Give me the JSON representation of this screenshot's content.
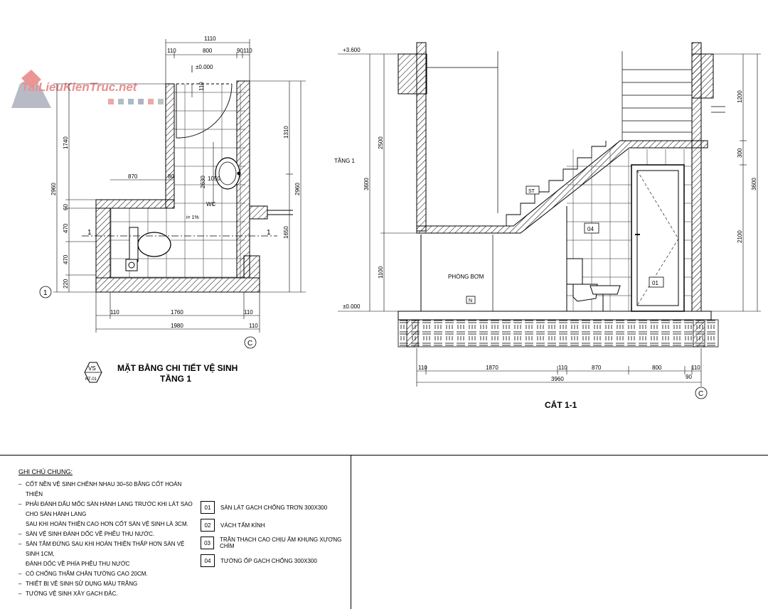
{
  "watermark": {
    "brand": "TaiLieuKienTruc.net"
  },
  "plan": {
    "title_line1": "MẶT BẰNG CHI TIẾT VỆ SINH",
    "title_line2": "TẦNG 1",
    "badge_top": "VS",
    "badge_bottom": "KT-01",
    "axis_label": "1",
    "axis_c": "C",
    "cut_mark": "1",
    "room_label": "WC",
    "slope": "i= 1%",
    "level": "±0.000",
    "dims_top": [
      "1110",
      "110",
      "800",
      "90",
      "110"
    ],
    "dims_bottom": [
      "110",
      "1760",
      "110",
      "1980",
      "110"
    ],
    "dims_left": [
      "1740",
      "2960",
      "60",
      "470",
      "470",
      "220"
    ],
    "dims_right": [
      "1310",
      "2960",
      "1650"
    ],
    "dims_inner": [
      "870",
      "80",
      "110",
      "2630",
      "1050"
    ]
  },
  "section": {
    "title": "CẮT 1-1",
    "floor_label": "TẦNG 1",
    "level_top": "+3.600",
    "level_bottom": "±0.000",
    "room_label": "PHÒNG BƠM",
    "tag_st": "ST",
    "tag_04": "04",
    "tag_01": "01",
    "tag_n": "N",
    "axis_c": "C",
    "dims_left": [
      "2500",
      "3600",
      "1100"
    ],
    "dims_right": [
      "1200",
      "300",
      "3600",
      "2100"
    ],
    "dims_bottom": [
      "110",
      "1870",
      "110",
      "870",
      "800",
      "110",
      "90",
      "3960"
    ]
  },
  "notes": {
    "heading": "GHI CHÚ CHUNG:",
    "items": [
      {
        "text": "CỐT NỀN VỆ SINH CHÊNH NHAU 30÷50 BẰNG CỐT HOÀN THIỆN",
        "cont": false
      },
      {
        "text": "PHẢI ĐÁNH DẤU MỐC SÀN HÀNH LANG TRƯỚC KHI LÁT SAO CHO SÀN HÀNH LANG",
        "cont": false
      },
      {
        "text": "SAU KHI HOÀN THIỆN CAO HƠN CỐT SÀN VỆ SINH LÀ 3CM.",
        "cont": true
      },
      {
        "text": "SÀN VỆ SINH ĐÁNH DỐC VỀ PHỄU THU NƯỚC.",
        "cont": false
      },
      {
        "text": "SÀN TẮM ĐỨNG SAU KHI HOÀN THIỆN THẤP HƠN SÀN VỆ SINH 1CM,",
        "cont": false
      },
      {
        "text": "ĐÁNH DỐC VỀ PHÍA PHỄU THU NƯỚC",
        "cont": true
      },
      {
        "text": "CÓ CHỐNG THẤM CHÂN TƯỜNG CAO 20CM.",
        "cont": false
      },
      {
        "text": "THIẾT BỊ VỆ SINH SỬ DỤNG MÀU TRẮNG",
        "cont": false
      },
      {
        "text": "TƯỜNG VỆ SINH XÂY GẠCH ĐẶC.",
        "cont": false
      }
    ],
    "legend": [
      {
        "code": "01",
        "text": "SÀN LÁT GẠCH CHỐNG TRƠN 300X300"
      },
      {
        "code": "02",
        "text": "VÁCH TẤM KÍNH"
      },
      {
        "code": "03",
        "text": "TRẦN THẠCH CAO CHỊU ẨM KHUNG XƯƠNG CHÌM"
      },
      {
        "code": "04",
        "text": "TƯỜNG ỐP GẠCH CHỐNG 300X300"
      }
    ]
  }
}
